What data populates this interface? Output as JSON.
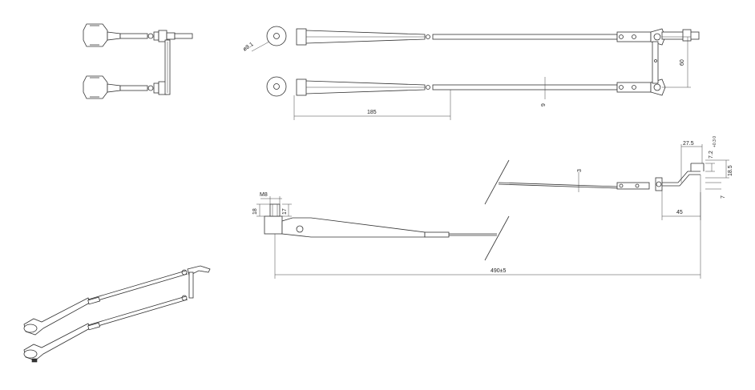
{
  "drawing": {
    "dimensions": {
      "eye_diameter": "ø8.1",
      "arm_spacing": "60",
      "arm_segment": "185",
      "rod_dia_top": "9",
      "total_length": "490±5",
      "thread": "M8",
      "boss_height": "18",
      "thread_length": "17",
      "rod_dia_side": "3",
      "hook_width": "27.5",
      "hook_slot": "7.2",
      "hook_slot_tol": "+0.3\n0",
      "hook_height": "18.5",
      "hook_offset": "7",
      "hook_length": "45"
    }
  }
}
